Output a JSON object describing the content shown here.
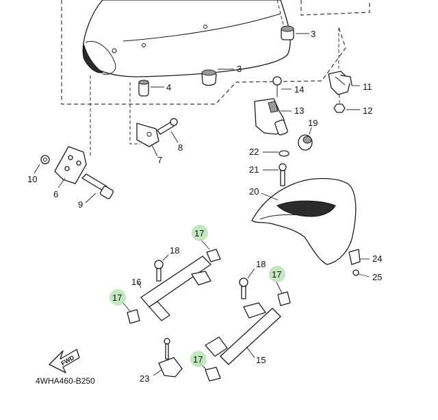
{
  "diagram": {
    "code": "4WHA460-B250",
    "fwd_label": "FWD",
    "callouts": {
      "c3a": "3",
      "c3b": "3",
      "c4": "4",
      "c6": "6",
      "c7": "7",
      "c8": "8",
      "c9": "9",
      "c10": "10",
      "c11": "11",
      "c12": "12",
      "c13": "13",
      "c14": "14",
      "c15": "15",
      "c16": "16",
      "c17a": "17",
      "c17b": "17",
      "c17c": "17",
      "c17d": "17",
      "c18a": "18",
      "c18b": "18",
      "c19": "19",
      "c20": "20",
      "c21": "21",
      "c22": "22",
      "c23": "23",
      "c24": "24",
      "c25": "25"
    },
    "highlight_color": "#b9e3b5"
  }
}
